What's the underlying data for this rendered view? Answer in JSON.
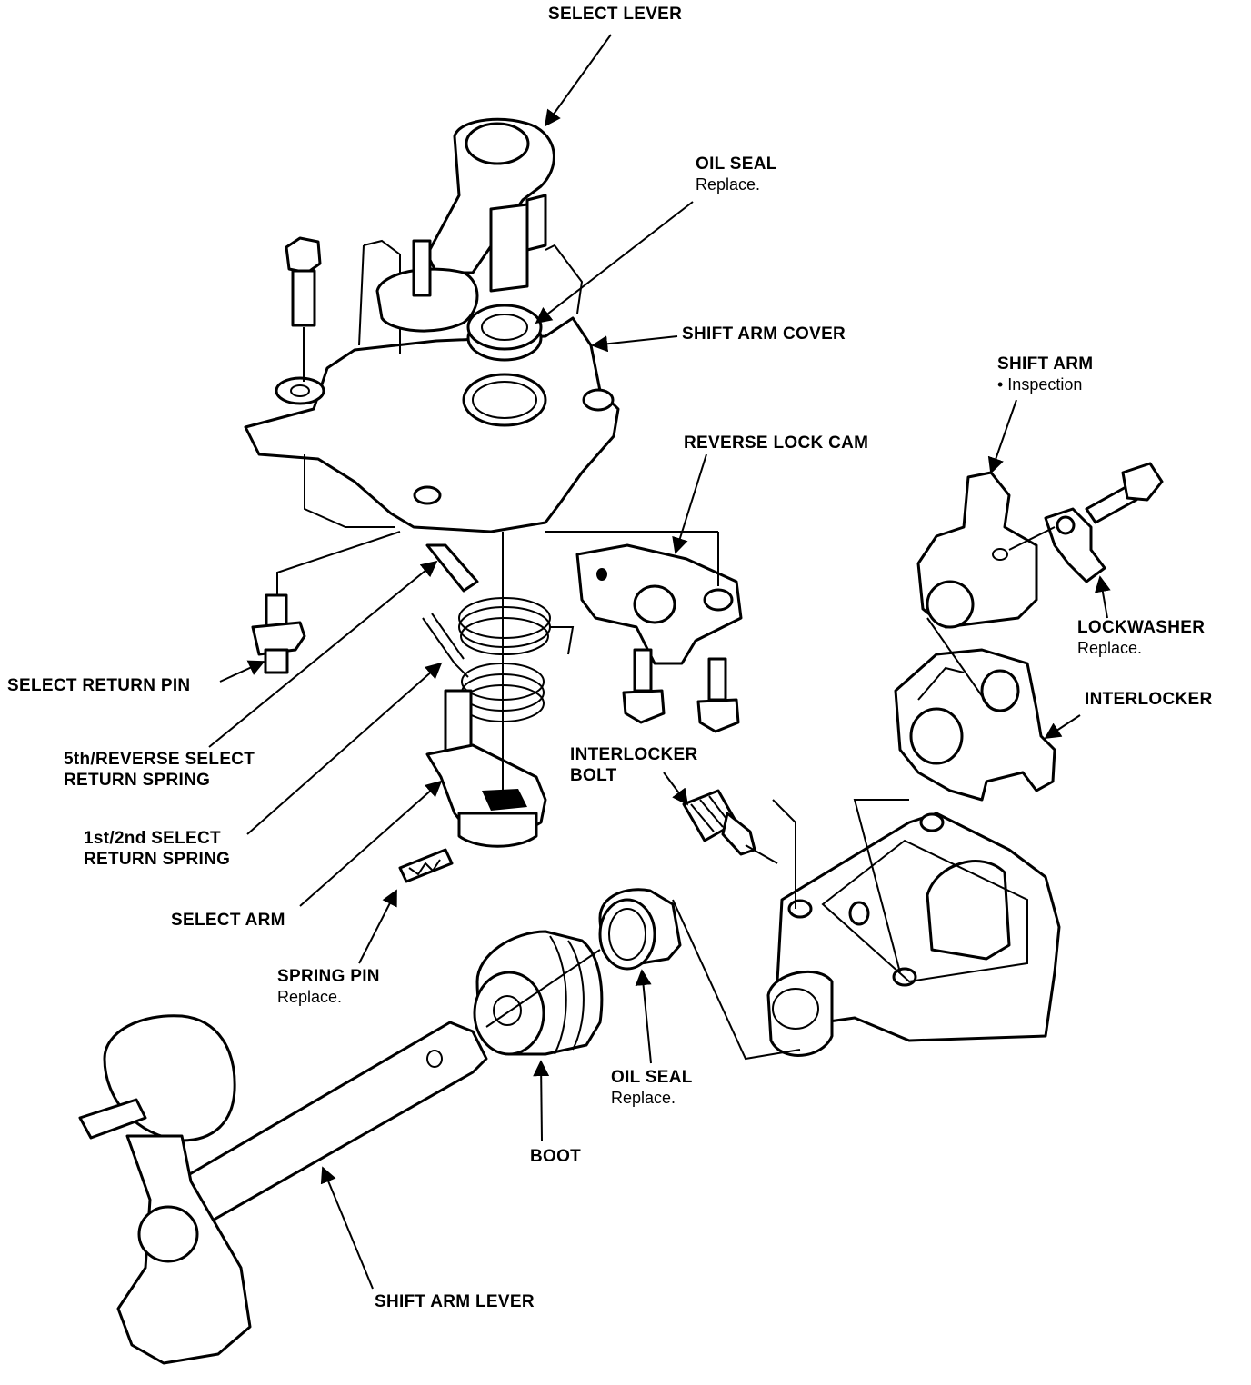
{
  "labels": {
    "select_lever": {
      "title": "SELECT LEVER"
    },
    "oil_seal_top": {
      "title": "OIL SEAL",
      "note": "Replace."
    },
    "shift_arm_cover": {
      "title": "SHIFT ARM COVER"
    },
    "shift_arm": {
      "title": "SHIFT ARM",
      "note": "• Inspection"
    },
    "reverse_lock_cam": {
      "title": "REVERSE LOCK CAM"
    },
    "lockwasher": {
      "title": "LOCKWASHER",
      "note": "Replace."
    },
    "interlocker": {
      "title": "INTERLOCKER"
    },
    "select_return_pin": {
      "title": "SELECT RETURN PIN"
    },
    "fifth_reverse_spring": {
      "line1": "5th/REVERSE SELECT",
      "line2": "RETURN SPRING"
    },
    "interlocker_bolt": {
      "line1": "INTERLOCKER",
      "line2": "BOLT"
    },
    "first_second_spring": {
      "line1": "1st/2nd SELECT",
      "line2": "RETURN SPRING"
    },
    "select_arm": {
      "title": "SELECT ARM"
    },
    "spring_pin": {
      "title": "SPRING PIN",
      "note": "Replace."
    },
    "oil_seal_bottom": {
      "title": "OIL SEAL",
      "note": "Replace."
    },
    "boot": {
      "title": "BOOT"
    },
    "shift_arm_lever": {
      "title": "SHIFT ARM LEVER"
    }
  },
  "colors": {
    "ink": "#000000",
    "paper": "#ffffff"
  }
}
